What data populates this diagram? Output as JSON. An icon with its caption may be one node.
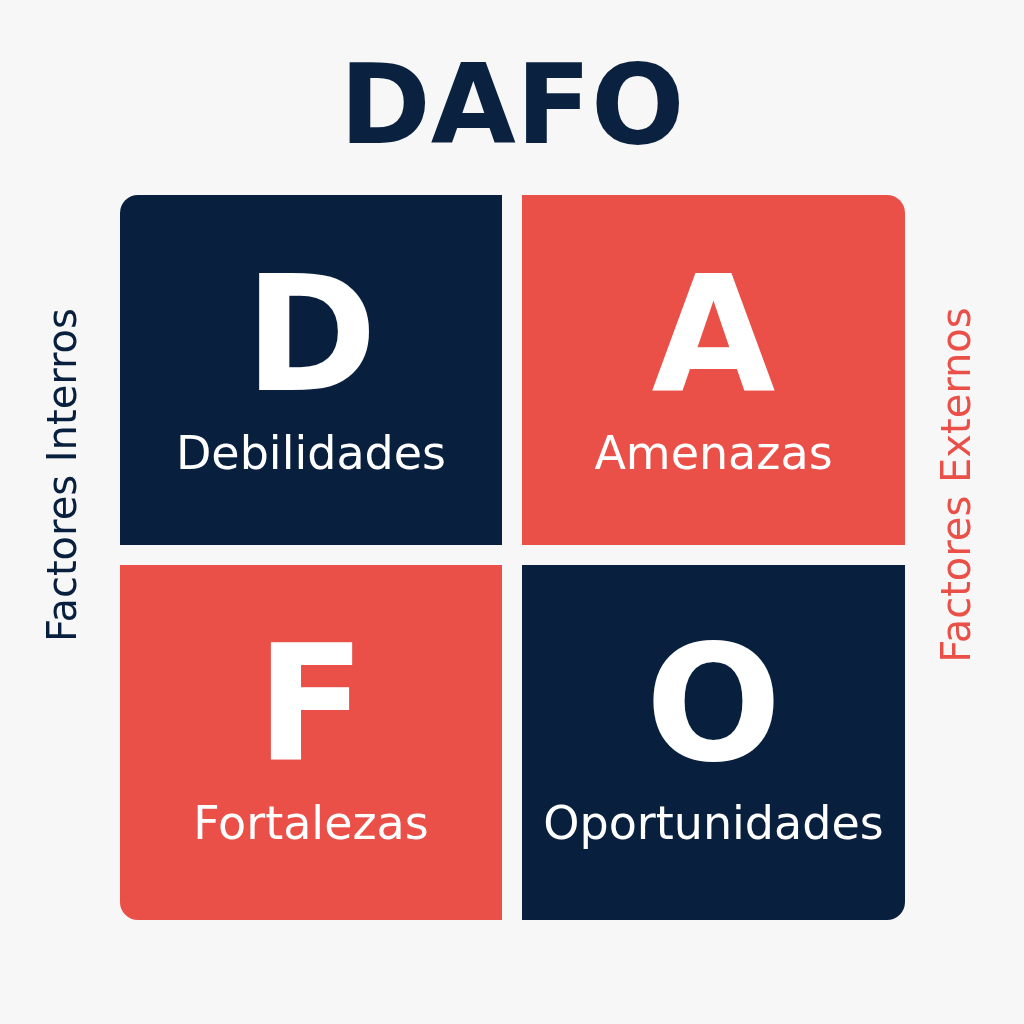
{
  "diagram": {
    "title": "DAFO",
    "nodes": [
      {
        "text": [
          "D",
          "Debilidades"
        ]
      },
      {
        "text": [
          "A",
          "Amenazas"
        ]
      },
      {
        "text": [
          "F",
          "Fortalezas"
        ]
      },
      {
        "text": [
          "O",
          "Oportunidades"
        ]
      }
    ],
    "labels": [
      "Factores Interros",
      "Factores Externos"
    ]
  }
}
